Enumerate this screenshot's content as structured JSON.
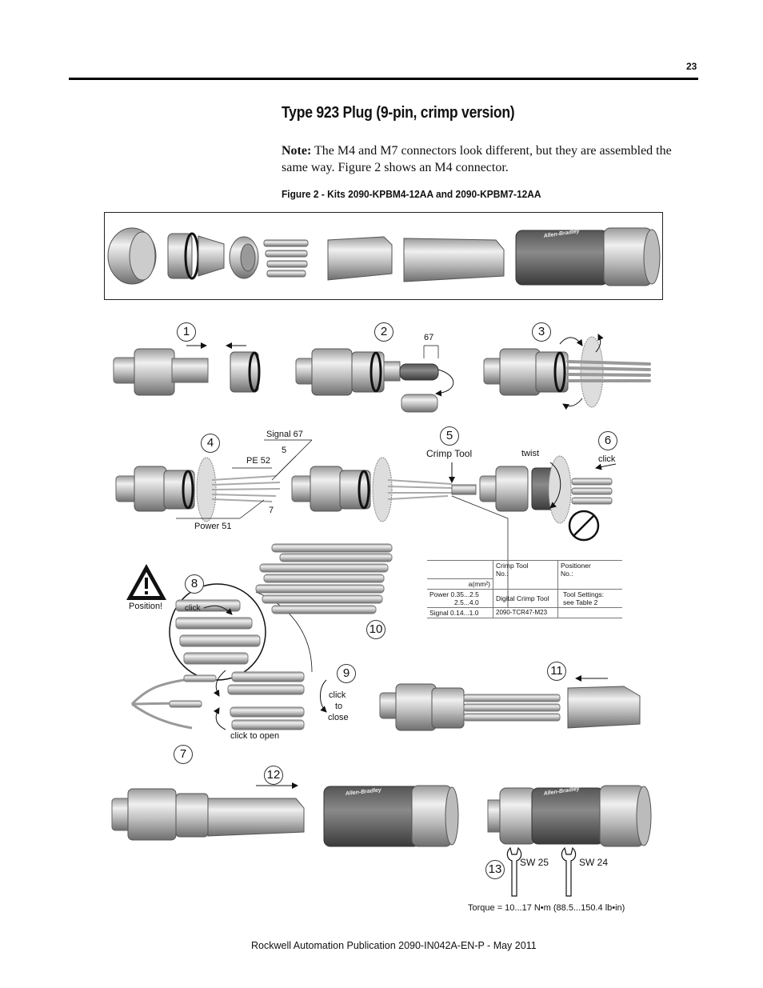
{
  "header": {
    "page_number": "23"
  },
  "section": {
    "title": "Type 923 Plug (9-pin, crimp version)",
    "note_label": "Note:",
    "note_text": " The M4 and M7 connectors look different, but they are assembled the same way. Figure 2 shows an M4 connector."
  },
  "figure": {
    "caption": "Figure 2 - Kits 2090-KPBM4-12AA and 2090-KPBM7-12AA",
    "brand_text": "Allen-Bradley",
    "steps": [
      "1",
      "2",
      "3",
      "4",
      "5",
      "6",
      "7",
      "8",
      "9",
      "10",
      "11",
      "12",
      "13"
    ],
    "labels": {
      "dim_67": "67",
      "signal_67": "Signal 67",
      "five": "5",
      "pe_52": "PE 52",
      "seven": "7",
      "power_51": "Power 51",
      "crimp_tool": "Crimp Tool",
      "twist": "twist",
      "click_6": "click",
      "position": "Position!",
      "click_8": "click",
      "click_9": "click",
      "to": "to",
      "close": "close",
      "click_to_open": "click to open",
      "sw25": "SW 25",
      "sw24": "SW 24"
    },
    "crimp_table": {
      "header_crimp": "Crimp Tool",
      "header_crimp_no": "No.:",
      "header_pos": "Positioner",
      "header_pos_no": "No.:",
      "area_label": "a(mm²)",
      "power_label": "Power",
      "power_range1": "0.35...2.5",
      "power_range2": "2.5...4.0",
      "signal_label": "Signal",
      "signal_range": "0.14...1.0",
      "tool_name": "Digital Crimp Tool",
      "tool_no": "2090-TCR47-M23",
      "settings": "Tool Settings:",
      "settings2": "see Table 2"
    },
    "torque": "Torque = 10...17 N•m (88.5...150.4 lb•in)"
  },
  "footer": {
    "publication": "Rockwell Automation Publication 2090-IN042A-EN-P - May 2011"
  }
}
